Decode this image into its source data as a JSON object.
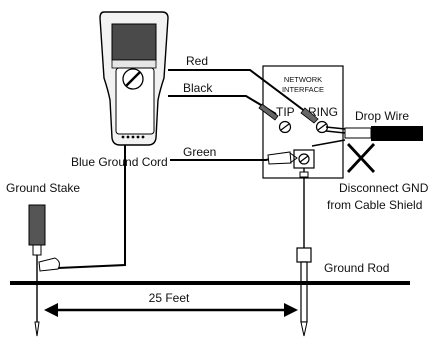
{
  "labels": {
    "red": "Red",
    "black": "Black",
    "green": "Green",
    "blue_ground_cord": "Blue Ground Cord",
    "ground_stake": "Ground Stake",
    "network_interface_line1": "NETWORK",
    "network_interface_line2": "INTERFACE",
    "tip": "TIP",
    "ring": "RING",
    "drop_wire": "Drop Wire",
    "disconnect_line1": "Disconnect GND",
    "disconnect_line2": "from Cable Shield",
    "ground_rod": "Ground Rod",
    "distance": "25 Feet"
  },
  "colors": {
    "wire": "#000000",
    "device_body": "#f2f2f2",
    "device_screen_dark": "#4a4a4a",
    "device_screen_light": "#e6e6e6",
    "stake": "#555555"
  }
}
